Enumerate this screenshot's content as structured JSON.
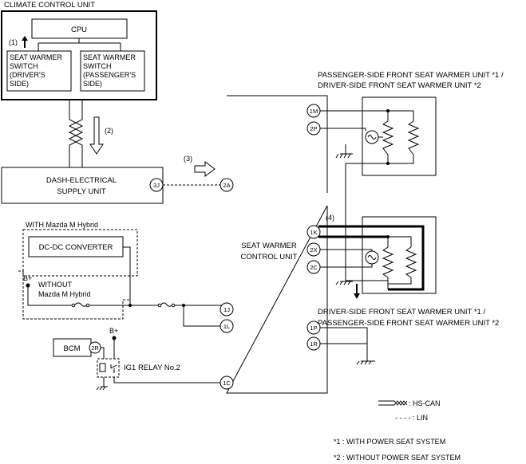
{
  "climate_unit": {
    "title": "CLIMATE CONTROL UNIT",
    "cpu": "CPU",
    "driver_switch": [
      "SEAT WARMER",
      "SWITCH",
      "(DRIVER'S",
      "SIDE)"
    ],
    "passenger_switch": [
      "SEAT WARMER",
      "SWITCH",
      "(PASSENGER'S",
      "SIDE)"
    ]
  },
  "callouts": {
    "c1": "(1)",
    "c2": "(2)",
    "c3": "(3)",
    "c4": "(4)"
  },
  "dash_unit": [
    "DASH-ELECTRICAL",
    "SUPPLY UNIT"
  ],
  "control_unit": [
    "SEAT WARMER",
    "CONTROL UNIT"
  ],
  "hybrid": {
    "with_label": "WITH Mazda M Hybrid",
    "converter": "DC-DC CONVERTER",
    "without_label": [
      "WITHOUT",
      "Mazda M Hybrid"
    ]
  },
  "power": {
    "bplus": "B+"
  },
  "bcm": "BCM",
  "relay": "IG1 RELAY No.2",
  "pins": {
    "p3J": "3J",
    "p2A": "2A",
    "p1M": "1M",
    "p2P": "2P",
    "p1K": "1K",
    "p2X": "2X",
    "p2C": "2C",
    "p1J": "1J",
    "p1L": "1L",
    "p1P": "1P",
    "p1R": "1R",
    "p1C": "1C",
    "p2R": "2R"
  },
  "top_unit": [
    "PASSENGER-SIDE FRONT SEAT WARMER UNIT *1 /",
    "DRIVER-SIDE FRONT SEAT WARMER UNIT *2"
  ],
  "bottom_unit": [
    "DRIVER-SIDE FRONT SEAT WARMER UNIT *1  /",
    "PASSENGER-SIDE FRONT SEAT WARMER UNIT *2"
  ],
  "legend": {
    "hscan": ": HS-CAN",
    "lin": "- - - - : LIN"
  },
  "notes": [
    "*1 :  WITH POWER SEAT SYSTEM",
    "*2 :  WITHOUT POWER SEAT SYSTEM"
  ]
}
